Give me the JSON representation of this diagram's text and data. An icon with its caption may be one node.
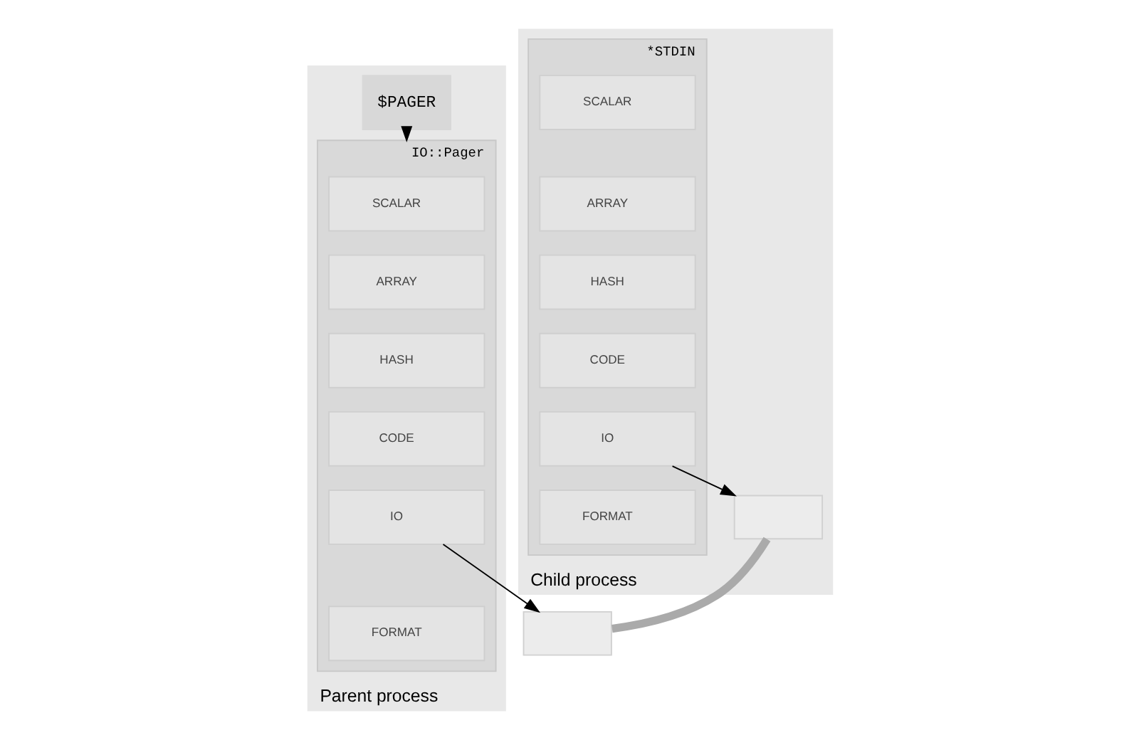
{
  "diagram": {
    "nodes": [
      {
        "text": [
          "Parent process"
        ]
      },
      {
        "text": [
          "$PAGER"
        ],
        "in": 0
      },
      {
        "text": [
          "IO::Pager"
        ],
        "in": 0
      },
      {
        "text": [
          "SCALAR"
        ],
        "in": 2
      },
      {
        "text": [
          "ARRAY"
        ],
        "in": 2
      },
      {
        "text": [
          "HASH"
        ],
        "in": 2
      },
      {
        "text": [
          "CODE"
        ],
        "in": 2
      },
      {
        "text": [
          "IO"
        ],
        "in": 2
      },
      {
        "text": [
          "FORMAT"
        ],
        "in": 2
      },
      {
        "text": [
          "Child process"
        ]
      },
      {
        "text": [
          "*STDIN"
        ],
        "in": 9
      },
      {
        "text": [
          "SCALAR"
        ],
        "in": 10
      },
      {
        "text": [
          "ARRAY"
        ],
        "in": 10
      },
      {
        "text": [
          "HASH"
        ],
        "in": 10
      },
      {
        "text": [
          "CODE"
        ],
        "in": 10
      },
      {
        "text": [
          "IO"
        ],
        "in": 10
      },
      {
        "text": [
          "FORMAT"
        ],
        "in": 10
      },
      {
        "text": [],
        "shape": "box"
      },
      {
        "text": [],
        "shape": "box",
        "in": 9
      }
    ],
    "edges": [
      {
        "from": 1,
        "to": 2,
        "arrow": "to"
      },
      {
        "from": 7,
        "to": 17,
        "arrow": "to"
      },
      {
        "from": 15,
        "to": 18,
        "arrow": "to"
      },
      {
        "from": 17,
        "to": 18,
        "arrow": "none",
        "style": "thick",
        "color": "#aaaaaa"
      }
    ]
  }
}
